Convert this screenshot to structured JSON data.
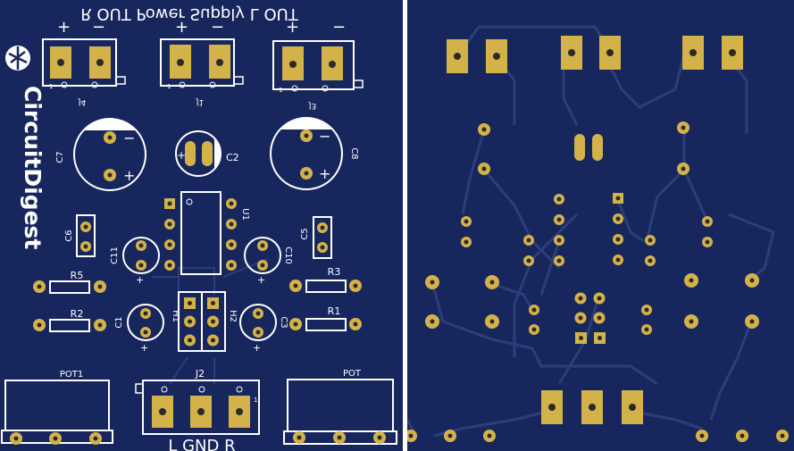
{
  "colors": {
    "board": "#17275e",
    "silkscreen": "#ffffff",
    "pad_copper": "#d4b24a",
    "pad_hole": "#2a2a2a",
    "trace": "#2c3e78",
    "divider": "#ffffff"
  },
  "top_view": {
    "title_text": "R OUT Power Supply L OUT",
    "logo_text": "CircuitDigest",
    "logo_icon": "circuit-digest-logo-icon",
    "connectors": {
      "j4": {
        "label": "J4",
        "plus": "+",
        "minus": "−",
        "pin": "1"
      },
      "j1": {
        "label": "J1",
        "plus": "+",
        "minus": "−",
        "pin": "1"
      },
      "j3": {
        "label": "J3",
        "plus": "+",
        "minus": "−",
        "pin": "1"
      },
      "j2": {
        "label": "J2",
        "bottom": "L  GND  R",
        "pin": "1"
      }
    },
    "capacitors": {
      "c7": {
        "label": "C7",
        "minus": "−",
        "plus": "+"
      },
      "c8": {
        "label": "C8",
        "minus": "−",
        "plus": "+"
      },
      "c2": {
        "label": "C2",
        "plus": "+"
      },
      "c11": {
        "label": "C11",
        "plus": "+"
      },
      "c10": {
        "label": "C10",
        "plus": "+"
      },
      "c1": {
        "label": "C1",
        "plus": "+"
      },
      "c3": {
        "label": "C3",
        "plus": "+"
      },
      "c6": {
        "label": "C6"
      },
      "c5": {
        "label": "C5"
      }
    },
    "u1": {
      "label": "U1"
    },
    "resistors": {
      "r5": {
        "label": "R5"
      },
      "r3": {
        "label": "R3"
      },
      "r2": {
        "label": "R2"
      },
      "r1": {
        "label": "R1"
      }
    },
    "headers": {
      "h1": {
        "label": "H1"
      },
      "h2": {
        "label": "H2"
      }
    },
    "pots": {
      "left": {
        "label": "POT1"
      },
      "right": {
        "label": "POT"
      }
    }
  },
  "bottom_view": {}
}
